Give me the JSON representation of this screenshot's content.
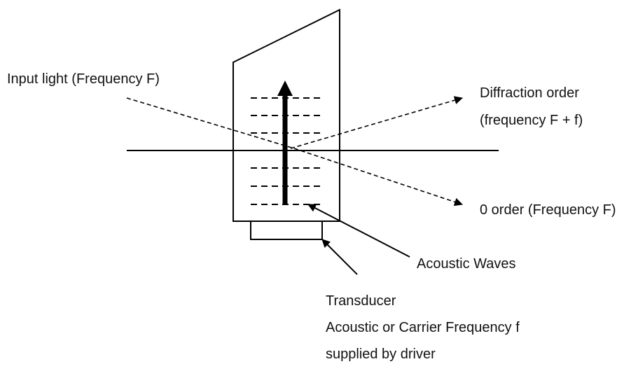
{
  "labels": {
    "input_light": "Input light (Frequency F)",
    "diffraction_order_line1": "Diffraction order",
    "diffraction_order_line2": "(frequency F + f)",
    "zero_order": "0 order (Frequency F)",
    "acoustic_waves": "Acoustic Waves",
    "transducer_line1": "Transducer",
    "transducer_line2": "Acoustic or Carrier Frequency f",
    "transducer_line3": "supplied by driver"
  },
  "colors": {
    "ink": "#000000",
    "text": "#111111",
    "background": "#ffffff"
  }
}
